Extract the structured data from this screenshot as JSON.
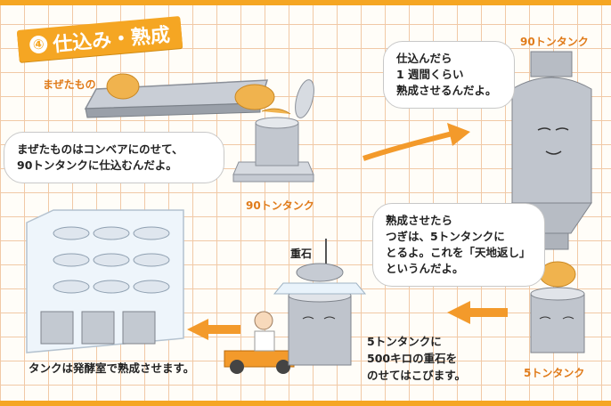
{
  "title": {
    "number": "④",
    "text": "仕込み・熟成"
  },
  "labels": {
    "mixed": "まぜたもの",
    "tank90_top": "90トンタンク",
    "tank90_bottom": "90トンタンク",
    "omoishi": "重石",
    "tank5": "5トンタンク"
  },
  "bubbles": {
    "conveyor": [
      "まぜたものはコンベアにのせて、",
      "90トンタンクに仕込むんだよ。"
    ],
    "mature": [
      "仕込んだら",
      "1 週間くらい",
      "熟成させるんだよ。"
    ],
    "tenchi": [
      "熟成させたら",
      "つぎは、5トンタンクに",
      "とるよ。これを「天地返し」",
      "というんだよ。"
    ]
  },
  "captions": {
    "carry": [
      "5トンタンクに",
      "500キロの重石を",
      "のせてはこびます。"
    ],
    "room": "タンクは発酵室で熟成させます。"
  },
  "colors": {
    "accent": "#f5a623",
    "arrow": "#f39a2b",
    "grid": "#f1c9a6",
    "tank": "#b9bec6"
  }
}
